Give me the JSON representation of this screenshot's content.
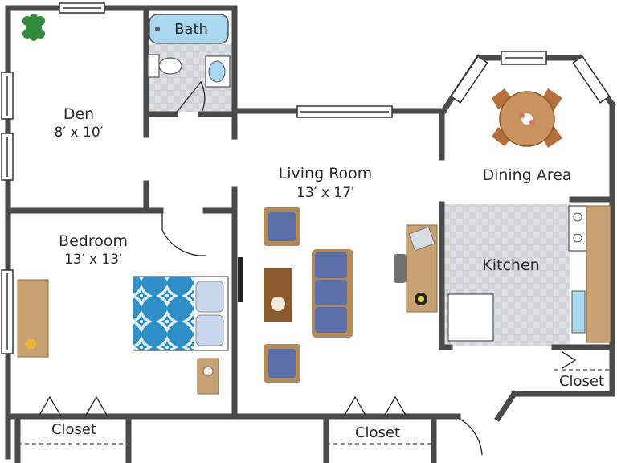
{
  "floor_plan": {
    "rooms": {
      "den": {
        "name": "Den",
        "size": "8′ x 10′"
      },
      "bath": {
        "name": "Bath"
      },
      "living_room": {
        "name": "Living Room",
        "size": "13′ x 17′"
      },
      "dining_area": {
        "name": "Dining Area"
      },
      "bedroom": {
        "name": "Bedroom",
        "size": "13′ x 13′"
      },
      "kitchen": {
        "name": "Kitchen"
      }
    },
    "closets": {
      "bedroom_closet": "Closet",
      "living_closet": "Closet",
      "kitchen_closet": "Closet"
    }
  },
  "colors": {
    "wall": "#4a4a4a",
    "tile": "#d9dcdf",
    "tile_grid": "#c2c6ca",
    "wood": "#c9a273",
    "sofa": "#5a6ea8",
    "bedspread": "#2f8fc9",
    "plant": "#2f8a3a"
  },
  "icons": [
    "plant-icon",
    "bathtub-icon",
    "toilet-icon",
    "sink-icon",
    "dining-table-icon",
    "stove-icon",
    "refrigerator-icon",
    "bed-icon",
    "sofa-icon",
    "armchair-icon",
    "desk-icon",
    "office-chair-icon",
    "tv-icon",
    "window-icon",
    "door-swing-icon"
  ]
}
